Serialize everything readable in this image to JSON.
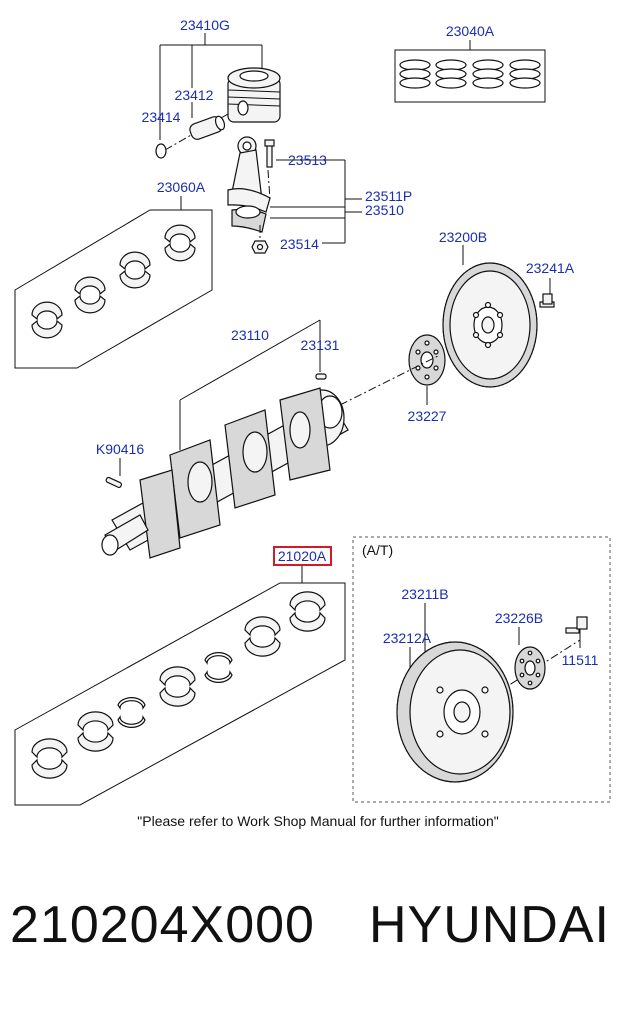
{
  "labels": {
    "piston_assembly": "23410G",
    "piston_ring_set": "23040A",
    "piston_pin": "23412",
    "snap_ring": "23414",
    "connecting_rod_bolt": "23513",
    "connecting_rod_assembly": "23511P",
    "connecting_rod_cap": "23510",
    "connecting_rod_nut": "23514",
    "rod_bearing_set": "23060A",
    "flywheel": "23200B",
    "flywheel_bolt": "23241A",
    "crankshaft": "23110",
    "crank_pin": "23131",
    "spacer_plate": "23227",
    "key": "K90416",
    "main_bearing_set": "21020A",
    "at_section": "(A/T)",
    "drive_plate": "23211B",
    "ring_gear": "23212A",
    "adapter_plate": "23226B",
    "drive_plate_bolt": "11511"
  },
  "note": "\"Please refer to Work Shop Manual for further information\"",
  "highlight_color": "#d11a2a",
  "label_color": "#1a2fb0",
  "footer": {
    "part_number": "210204X000",
    "brand": "HYUNDAI"
  }
}
